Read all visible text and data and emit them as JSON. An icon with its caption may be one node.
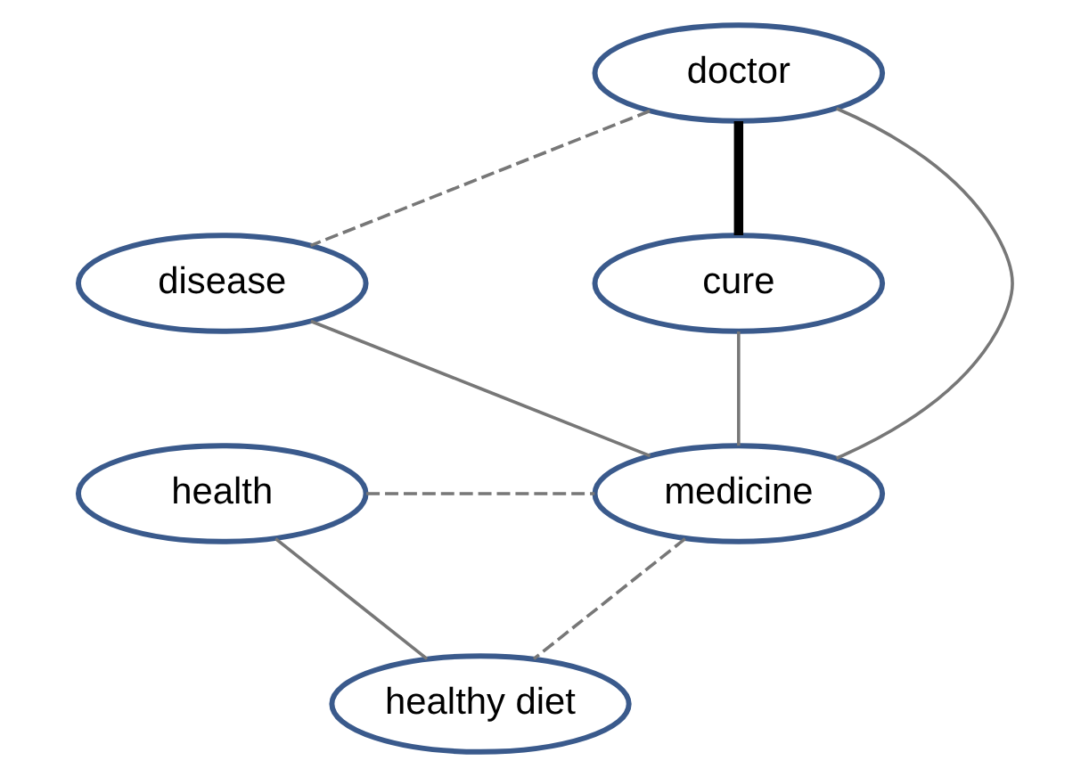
{
  "diagram": {
    "nodes": [
      {
        "text": [
          "doctor"
        ]
      },
      {
        "text": [
          "disease"
        ]
      },
      {
        "text": [
          "cure"
        ]
      },
      {
        "text": [
          "health"
        ]
      },
      {
        "text": [
          "medicine"
        ]
      },
      {
        "text": [
          "healthy diet"
        ]
      }
    ],
    "edges": [
      {
        "from": 0,
        "to": 1,
        "arrow": "none",
        "style": "dashed"
      },
      {
        "from": 0,
        "to": 2,
        "arrow": "none",
        "style": "thick",
        "color": "#000000"
      },
      {
        "from": 0,
        "to": 4,
        "arrow": "none"
      },
      {
        "from": 1,
        "to": 4,
        "arrow": "none"
      },
      {
        "from": 2,
        "to": 4,
        "arrow": "none"
      },
      {
        "from": 3,
        "to": 4,
        "arrow": "none",
        "style": "dashed"
      },
      {
        "from": 3,
        "to": 5,
        "arrow": "none"
      },
      {
        "from": 4,
        "to": 5,
        "arrow": "none",
        "style": "dashed"
      }
    ]
  }
}
